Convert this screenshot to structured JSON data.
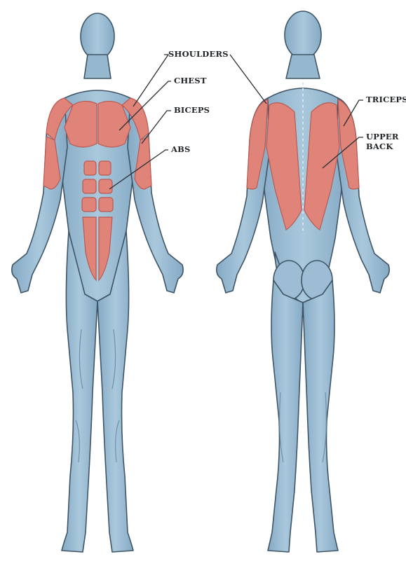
{
  "diagram": {
    "labels": {
      "shoulders": "SHOULDERS",
      "chest": "CHEST",
      "biceps": "BICEPS",
      "abs": "ABS",
      "triceps": "TRICEPS",
      "upper_back_line1": "UPPER",
      "upper_back_line2": "BACK"
    },
    "colors": {
      "skin": "#9ebfd6",
      "skin_shadow": "#7fa4bf",
      "outline": "#3f5566",
      "muscle": "#e08378",
      "muscle_dark": "#c8655b",
      "leader_line": "#2a2f33"
    }
  }
}
